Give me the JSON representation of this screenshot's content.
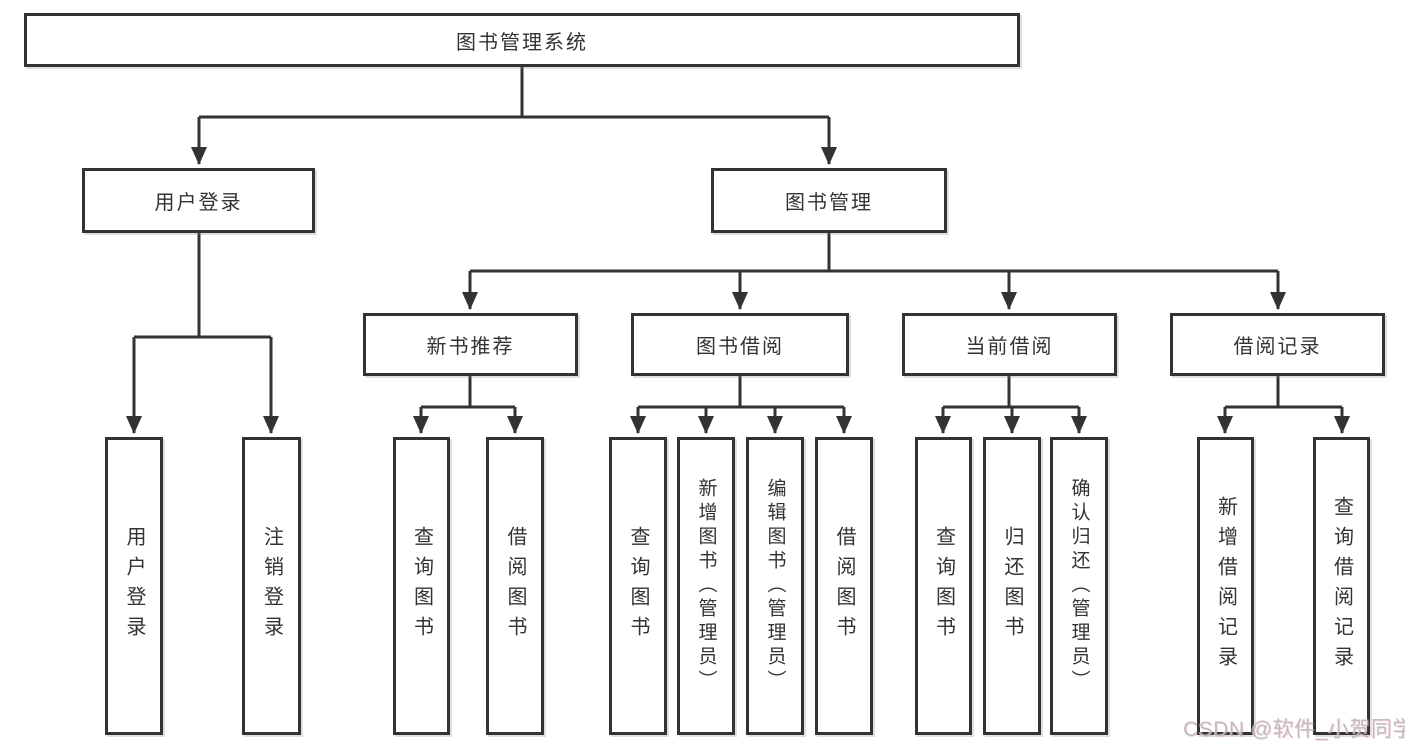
{
  "nodes": {
    "root": {
      "label": "图书管理系统"
    },
    "user_login": {
      "label": "用户登录"
    },
    "book_mgmt": {
      "label": "图书管理"
    },
    "new_book_rec": {
      "label": "新书推荐"
    },
    "book_borrow": {
      "label": "图书借阅"
    },
    "current_borrow": {
      "label": "当前借阅"
    },
    "borrow_records": {
      "label": "借阅记录"
    },
    "leaf_user_login": {
      "label": "用户登录"
    },
    "leaf_logout": {
      "label": "注销登录"
    },
    "leaf_query_book_1": {
      "label": "查询图书"
    },
    "leaf_borrow_book_1": {
      "label": "借阅图书"
    },
    "leaf_query_book_2": {
      "label": "查询图书"
    },
    "leaf_add_book": {
      "label": "新增图书（管理员）"
    },
    "leaf_edit_book": {
      "label": "编辑图书（管理员）"
    },
    "leaf_borrow_book_2": {
      "label": "借阅图书"
    },
    "leaf_query_book_3": {
      "label": "查询图书"
    },
    "leaf_return_book": {
      "label": "归还图书"
    },
    "leaf_confirm_return": {
      "label": "确认归还（管理员）"
    },
    "leaf_add_record": {
      "label": "新增借阅记录"
    },
    "leaf_query_record": {
      "label": "查询借阅记录"
    }
  },
  "hierarchy": {
    "图书管理系统": {
      "用户登录": [
        "用户登录",
        "注销登录"
      ],
      "图书管理": {
        "新书推荐": [
          "查询图书",
          "借阅图书"
        ],
        "图书借阅": [
          "查询图书",
          "新增图书（管理员）",
          "编辑图书（管理员）",
          "借阅图书"
        ],
        "当前借阅": [
          "查询图书",
          "归还图书",
          "确认归还（管理员）"
        ],
        "借阅记录": [
          "新增借阅记录",
          "查询借阅记录"
        ]
      }
    }
  },
  "watermark": {
    "text": "CSDN @软件_小贺同学"
  },
  "colors": {
    "line": "#333333",
    "box_border": "#333333",
    "box_fill": "#ffffff",
    "text": "#333333",
    "watermark_text": "#bab5b5"
  }
}
